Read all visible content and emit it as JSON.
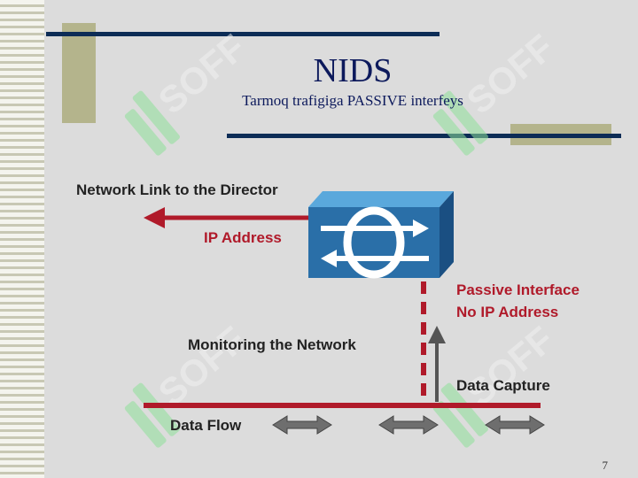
{
  "title": "NIDS",
  "subtitle": "Tarmoq trafigiga PASSIVE interfeys",
  "diagram": {
    "network_link_label": "Network Link to the Director",
    "ip_address_label": "IP Address",
    "passive_interface_line1": "Passive Interface",
    "passive_interface_line2": "No IP Address",
    "monitoring_label": "Monitoring the Network",
    "data_capture_label": "Data Capture",
    "data_flow_label": "Data Flow"
  },
  "watermark_text": "SOFF",
  "page_number": "7",
  "colors": {
    "navy": "#0c2c56",
    "olive": "#b4b48c",
    "red": "#b01a2a",
    "device_blue": "#2a6fa8",
    "watermark_green": "#8fe09a"
  },
  "icons": [
    "stripe-border",
    "sensor-device-icon",
    "double-arrow-icon",
    "watermark-logo"
  ]
}
